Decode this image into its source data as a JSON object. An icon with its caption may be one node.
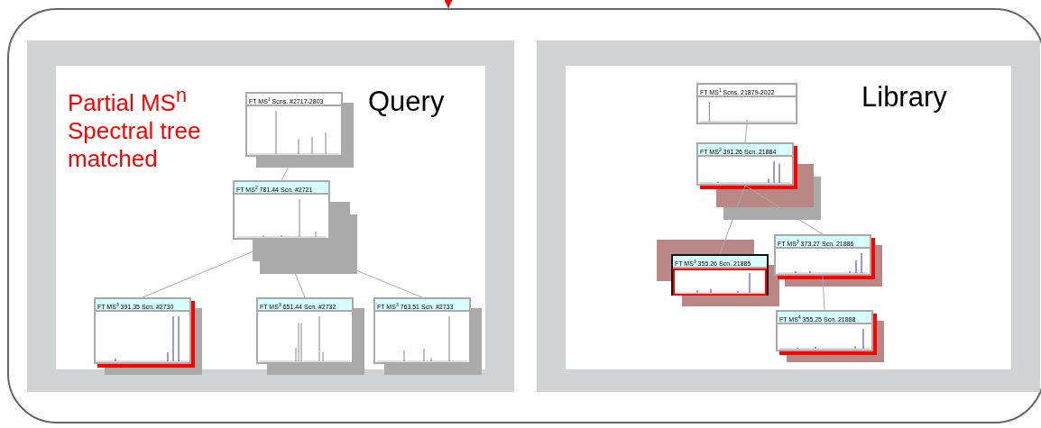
{
  "diagram": {
    "nodes": [
      {
        "text": [],
        "shape": "box"
      },
      {
        "text": [
          "Query"
        ],
        "in": 0
      },
      {
        "text": [
          "FT MS$^{1}$ Scns. #2717-2803"
        ],
        "in": 1
      },
      {
        "text": [
          "FT MS$^{2}$ 781.44 Scn. #2721"
        ],
        "in": 1
      },
      {
        "text": [
          "FT MS$^{3}$ 391.35 Scn. #2730"
        ],
        "in": 1
      },
      {
        "text": [
          "FT MS$^{3}$ 651.44 Scn. #2732"
        ],
        "in": 1
      },
      {
        "text": [
          "FT MS$^{3}$ 763.51 Scn. #2733"
        ],
        "in": 1
      },
      {
        "text": [
          "Library"
        ],
        "in": 0
      },
      {
        "text": [
          "FT MS$^{1}$ Scns. 21879-2022"
        ],
        "in": 7
      },
      {
        "text": [
          "FT MS$^{2}$ 391.26 Scn. 21884"
        ],
        "in": 7
      },
      {
        "text": [
          "FT MS$^{3}$ 355.26 Scn. 21885"
        ],
        "in": 7
      },
      {
        "text": [
          "FT MS$^{3}$ 373.27 Scn. 21886"
        ],
        "in": 7
      },
      {
        "text": [
          "FT MS$^{4}$ 355.25 Scn. 21888"
        ],
        "in": 7
      }
    ],
    "edges": [
      {
        "from": null,
        "to": 0,
        "arrow": "to",
        "color": "#ff0000"
      },
      {
        "from": 2,
        "to": 3,
        "arrow": "none"
      },
      {
        "from": 3,
        "to": 4,
        "arrow": "none"
      },
      {
        "from": 3,
        "to": 5,
        "arrow": "none"
      },
      {
        "from": 3,
        "to": 6,
        "arrow": "none"
      },
      {
        "from": 8,
        "to": 9,
        "arrow": "none"
      },
      {
        "from": 9,
        "to": 10,
        "arrow": "none"
      },
      {
        "from": 9,
        "to": 11,
        "arrow": "none"
      },
      {
        "from": 11,
        "to": 12,
        "arrow": "none"
      }
    ],
    "labels": [
      "Partial MS$^{n}$ Spectral tree matched"
    ]
  }
}
